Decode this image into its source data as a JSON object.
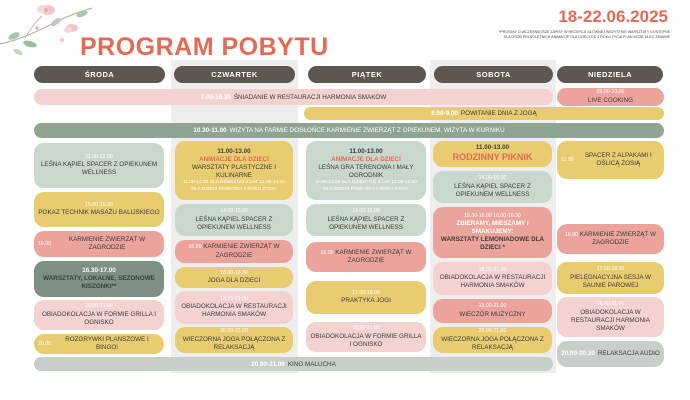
{
  "title": "PROGRAM POBYTU",
  "dates": "18-22.06.2025",
  "note": "*PROSIMY O WCZEŚNIEJSZE ZAPISY W RECEPCJI GŁÓWNEJ WSZYSTKIE WARSZTATY DOSTĘPNE DLA OSÓB PEŁNOLETNICH ANIMACJE DLA DZIECI OD 4 ROKU ŻYCIA PLAN MOŻE ULEC ZMIANIE",
  "colors": {
    "accent": "#e36a55",
    "header": "#5e5651",
    "green": "#c9d8cd",
    "yellow": "#e9cc6f",
    "salmon": "#eca39c",
    "sage": "#8fa592"
  },
  "days": [
    "ŚRODA",
    "CZWARTEK",
    "PIĄTEK",
    "SOBOTA",
    "NIEDZIELA"
  ],
  "bars": {
    "breakfast": {
      "time": "7.00-10.30",
      "text": "ŚNIADANIE W RESTAURACJI HARMONIA SMAKÓW"
    },
    "yoga": {
      "time": "8.00-9.00",
      "text": "POWITANIE DNIA Z JOGĄ"
    },
    "farm": {
      "time": "10.30-11.00",
      "text": "WIZYTA NA FARMIE DOSŁOŃCE KARMIENIE ZWIERZĄT Z OPIEKUNEM, WIZYTA W KURNIKU"
    },
    "cinema": {
      "time": "20.00-21.00",
      "text": "KINO MALUCHA"
    }
  },
  "sroda": [
    {
      "time": "11.00-12.00",
      "text": "LEŚNA KĄPIEL SPACER Z OPIEKUNEM WELLNESS"
    },
    {
      "time": "15.00-15.30",
      "text": "POKAZ TECHNIK MASAŻU BALIJSKIEGO"
    },
    {
      "time": "16.00",
      "text": "KARMIENIE ZWIERZĄT W ZAGRODZIE"
    },
    {
      "time": "16.30-17.00",
      "text": "WARSZTATY, LOKALNE, SEZONOWE KISZONKI**"
    },
    {
      "time": "18.00-21.00",
      "text": "OBIADOKOLACJA W FORMIE GRILLA I OGNISKO"
    },
    {
      "time": "20.00",
      "text": "ROZGRYWKI PLANSZOWE I BINGO!"
    }
  ],
  "czwartek": [
    {
      "time": "11.00-13.00",
      "label": "ANIMACJE DLA DZIECI",
      "text": "WARSZTATY PLASTYCZNE I KULINARNE",
      "sub": "11.00-12.00 DLA DZIECI DO 4 LAT 12.00-13.00 DLA DZIECI POWYŻEJ 4 ROKU ŻYCIA"
    },
    {
      "time": "14.00-15.00",
      "text": "LEŚNA KĄPIEL SPACER Z OPIEKUNEM WELLNESS"
    },
    {
      "time": "16.00",
      "text": "KARMIENIE ZWIERZĄT W ZAGRODZIE"
    },
    {
      "time": "18.00-18.30",
      "text": "JOGA DLA DZIECI"
    },
    {
      "time": "18.00-21.00",
      "text": "OBIADOKOLACJA W RESTAURACJI HARMONIA SMAKÓW"
    },
    {
      "time": "20.00-21.00",
      "text": "WIECZORNA JOGA POŁĄCZONA Z RELAKSACJĄ"
    }
  ],
  "piatek": [
    {
      "time": "11.00-13.00",
      "label": "ANIMACJE DLA DZIECI",
      "text": "LEŚNA GRA TERENOWA I MAŁY OGRODNIK",
      "sub": "11.00-12.00 DLA DZIECI DO 4 LAT 12.00-13.00 DLA DZIECI POWYŻEJ 4 ROKU ŻYCIA"
    },
    {
      "time": "14.00-15.00",
      "text": "LEŚNA KĄPIEL SPACER Z OPIEKUNEM WELLNESS"
    },
    {
      "time": "16.00",
      "text": "KARMIENIE ZWIERZĄT W ZAGRODZIE"
    },
    {
      "time": "17.00-18.00",
      "text": "PRAKTYKA JOGI"
    },
    {
      "time": "18.00-21.00",
      "text": "OBIADOKOLACJA W FORMIE GRILLA I OGNISKO"
    }
  ],
  "sobota": [
    {
      "time": "11.00-13.00",
      "text": "RODZINNY PIKNIK"
    },
    {
      "time": "14.00-15.00",
      "text": "LEŚNA KĄPIEL SPACER Z OPIEKUNEM WELLNESS"
    },
    {
      "time": "15.30-16.00 16.00-16.30",
      "label": "ZBIERAMY, MIESZAMY I SMAKUJEMY:",
      "text": "WARSZTATY LEMONIADOWE DLA DZIECI *"
    },
    {
      "time": "18.00-21.00",
      "text": "OBIADOKOLACJA W RESTAURACJI HARMONIA SMAKÓW"
    },
    {
      "time": "19.00-21.00",
      "text": "WIECZÓR MUZYCZNY"
    },
    {
      "time": "20.00-21.00",
      "text": "WIECZORNA JOGA POŁĄCZONA Z RELAKSACJĄ"
    }
  ],
  "niedziela": [
    {
      "time": "09.00-10.00",
      "text": "LIVE COOKING"
    },
    {
      "time": "11.00",
      "text": "SPACER Z ALPAKAMI I OŚLICĄ ZOSIĄ"
    },
    {
      "time": "16.00",
      "text": "KARMIENIE ZWIERZĄT W ZAGRODZIE"
    },
    {
      "time": "17.00-18.00",
      "text": "PIELĘGNACYJNA SESJA W SAUNIE PAROWEJ"
    },
    {
      "time": "18.00-21.00",
      "text": "OBIADOKOLACJA W RESTAURACJI HARMONIA SMAKÓW"
    },
    {
      "time": "20.00-20.30",
      "text": "RELAKSACJA AUDIO"
    }
  ]
}
